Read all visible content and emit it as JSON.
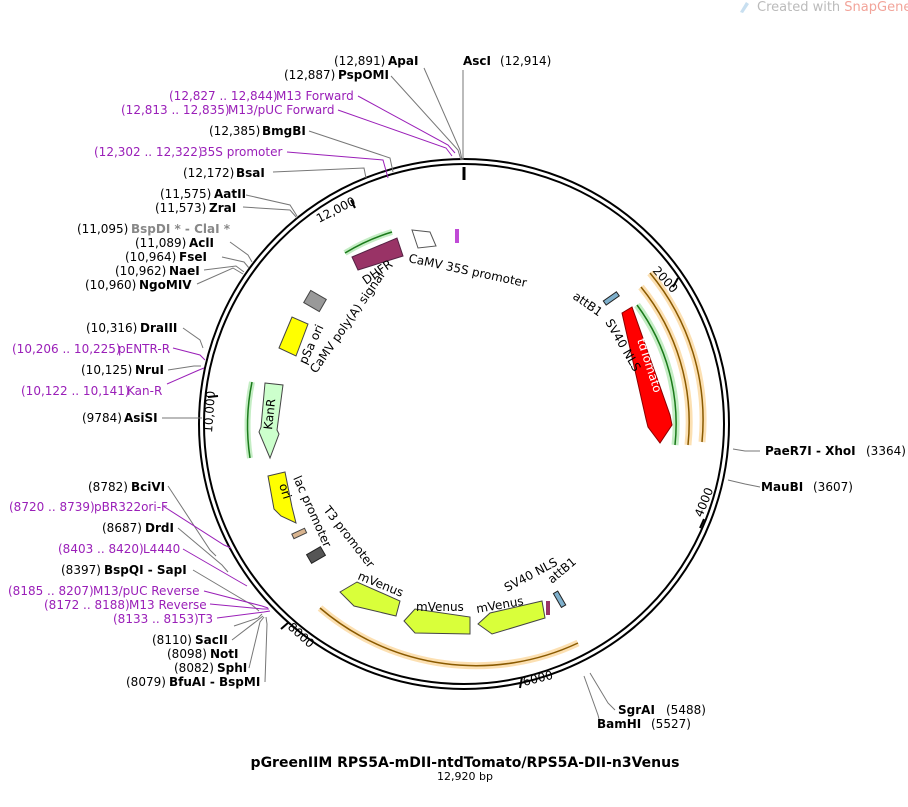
{
  "watermark": {
    "prefix": "Created with ",
    "brand": "SnapGene",
    "mark": "®"
  },
  "title": "pGreenIIM RPS5A-mDII-ntdTomato/RPS5A-DII-n3Venus",
  "length_label": "12,920 bp",
  "ticks": [
    "2000",
    "4000",
    "6000",
    "8000",
    "10,000",
    "12,000"
  ],
  "sites_top": [
    {
      "pos": "(12,891)",
      "name": "ApaI"
    },
    {
      "pos": "(12,914)",
      "name": "AscI"
    },
    {
      "pos": "(12,887)",
      "name": "PspOMI"
    },
    {
      "pos": "(12,827 .. 12,844)",
      "name": "M13 Forward"
    },
    {
      "pos": "(12,813 .. 12,835)",
      "name": "M13/pUC Forward"
    },
    {
      "pos": "(12,385)",
      "name": "BmgBI"
    },
    {
      "pos": "(12,302 .. 12,322)",
      "name": "35S promoter"
    },
    {
      "pos": "(12,172)",
      "name": "BsaI"
    },
    {
      "pos": "(11,575)",
      "name": "AatII"
    },
    {
      "pos": "(11,573)",
      "name": "ZraI"
    },
    {
      "pos": "(11,095)",
      "name": "BspDI * - ClaI *"
    },
    {
      "pos": "(11,089)",
      "name": "AclI"
    },
    {
      "pos": "(10,964)",
      "name": "FseI"
    },
    {
      "pos": "(10,962)",
      "name": "NaeI"
    },
    {
      "pos": "(10,960)",
      "name": "NgoMIV"
    },
    {
      "pos": "(10,316)",
      "name": "DraIII"
    },
    {
      "pos": "(10,206 .. 10,225)",
      "name": "pENTR-R"
    },
    {
      "pos": "(10,125)",
      "name": "NruI"
    },
    {
      "pos": "(10,122 .. 10,141)",
      "name": "Kan-R"
    },
    {
      "pos": "(9784)",
      "name": "AsiSI"
    }
  ],
  "sites_bottom": [
    {
      "pos": "(8782)",
      "name": "BciVI"
    },
    {
      "pos": "(8720 .. 8739)",
      "name": "pBR322ori-F"
    },
    {
      "pos": "(8687)",
      "name": "DrdI"
    },
    {
      "pos": "(8403 .. 8420)",
      "name": "L4440"
    },
    {
      "pos": "(8397)",
      "name": "BspQI - SapI"
    },
    {
      "pos": "(8185 .. 8207)",
      "name": "M13/pUC Reverse"
    },
    {
      "pos": "(8172 .. 8188)",
      "name": "M13 Reverse"
    },
    {
      "pos": "(8133 .. 8153)",
      "name": "T3"
    },
    {
      "pos": "(8110)",
      "name": "SacII"
    },
    {
      "pos": "(8098)",
      "name": "NotI"
    },
    {
      "pos": "(8082)",
      "name": "SphI"
    },
    {
      "pos": "(8079)",
      "name": "BfuAI - BspMI"
    }
  ],
  "sites_right": [
    {
      "name": "PaeR7I - XhoI",
      "pos": "(3364)"
    },
    {
      "name": "MauBI",
      "pos": "(3607)"
    },
    {
      "name": "SgrAI",
      "pos": "(5488)"
    },
    {
      "name": "BamHI",
      "pos": "(5527)"
    }
  ],
  "features": {
    "camv35s": "CaMV 35S promoter",
    "dhfr": "DHFR",
    "polya": "CaMV poly(A) signal",
    "psa": "pSa ori",
    "kanr": "KanR",
    "ori": "ori",
    "lac": "lac promoter",
    "t3": "T3 promoter",
    "attb1_top": "attB1",
    "sv40_top": "SV40 NLS",
    "tdtomato": "tdTomato",
    "mvenus1": "mVenus",
    "mvenus2": "mVenus",
    "mvenus3": "mVenus",
    "sv40_bottom": "SV40 NLS",
    "attb1_bottom": "attB1"
  },
  "colors": {
    "feature_label": "#9a1fb8",
    "tdtomato": "#ff0000",
    "mvenus": "#d9ff3a",
    "dhfr": "#993366"
  }
}
